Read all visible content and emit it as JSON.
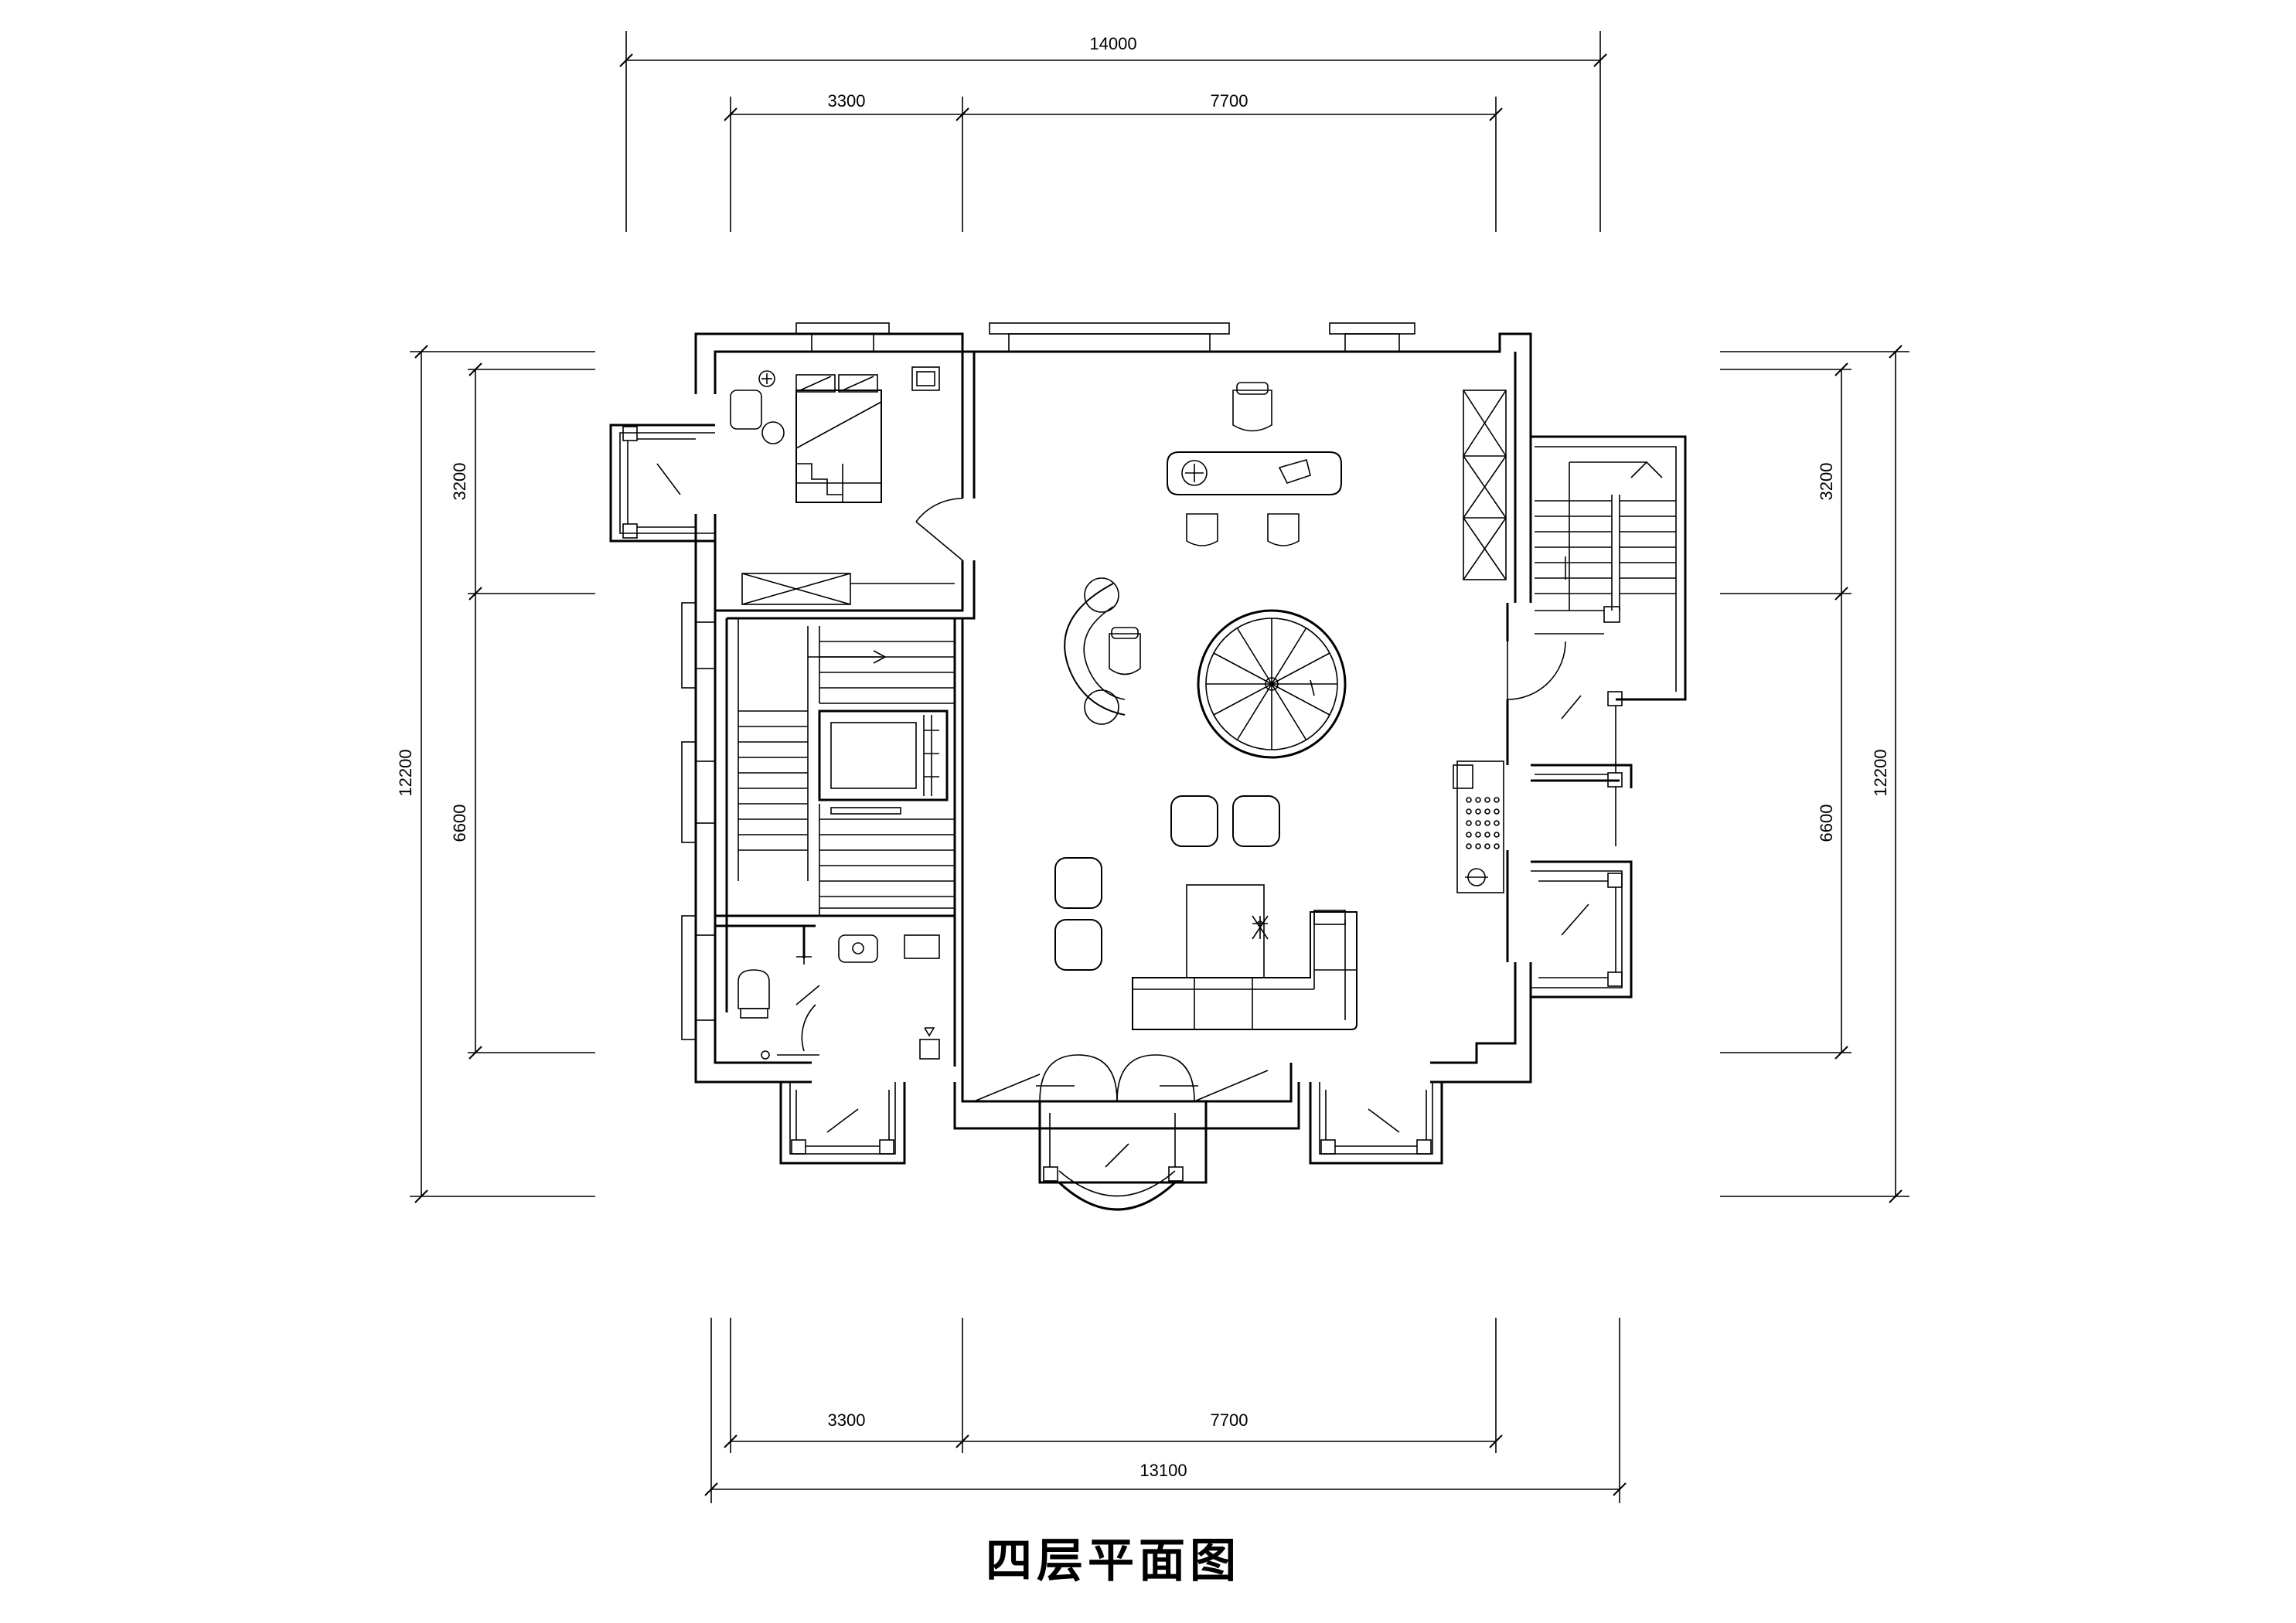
{
  "drawing": {
    "title": "四层平面图"
  },
  "dimensions": {
    "top_overall": "14000",
    "top_left": "3300",
    "top_right": "7700",
    "bottom_left": "3300",
    "bottom_right": "7700",
    "bottom_overall": "13100",
    "left_overall": "12200",
    "left_upper": "3200",
    "left_lower": "6600",
    "right_overall": "12200",
    "right_upper": "3200",
    "right_lower": "6600"
  }
}
